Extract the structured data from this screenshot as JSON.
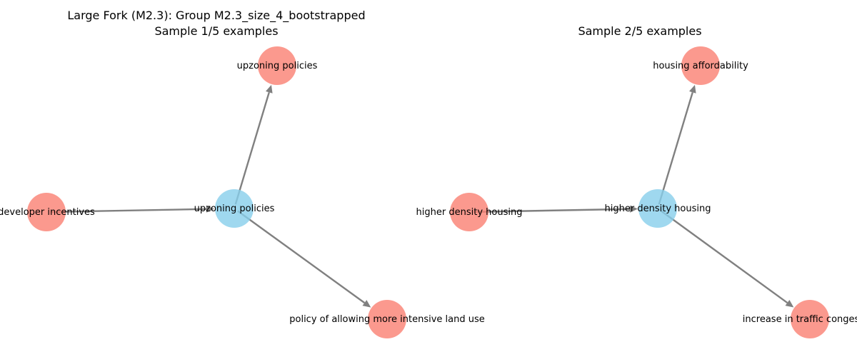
{
  "colors": {
    "center_node": "#87ceeb",
    "leaf_node": "#fa8072",
    "edge": "#808080"
  },
  "panels": [
    {
      "title_line1": "Large Fork (M2.3): Group M2.3_size_4_bootstrapped",
      "title_line2": "Sample 1/5 examples",
      "nodes": {
        "center": {
          "label": "upzoning policies",
          "role": "center"
        },
        "top": {
          "label": "upzoning policies",
          "role": "leaf"
        },
        "left": {
          "label": "developer incentives",
          "role": "leaf"
        },
        "bottom": {
          "label": "policy of allowing more intensive land use",
          "role": "leaf"
        }
      },
      "edges": [
        {
          "from": "left",
          "to": "center"
        },
        {
          "from": "center",
          "to": "top"
        },
        {
          "from": "center",
          "to": "bottom"
        }
      ]
    },
    {
      "title_line1": "",
      "title_line2": "Sample 2/5 examples",
      "nodes": {
        "center": {
          "label": "higher density housing",
          "role": "center"
        },
        "top": {
          "label": "housing affordability",
          "role": "leaf"
        },
        "left": {
          "label": "higher density housing",
          "role": "leaf"
        },
        "bottom": {
          "label": "increase in traffic congestion",
          "role": "leaf"
        }
      },
      "edges": [
        {
          "from": "left",
          "to": "center"
        },
        {
          "from": "center",
          "to": "top"
        },
        {
          "from": "center",
          "to": "bottom"
        }
      ]
    }
  ]
}
